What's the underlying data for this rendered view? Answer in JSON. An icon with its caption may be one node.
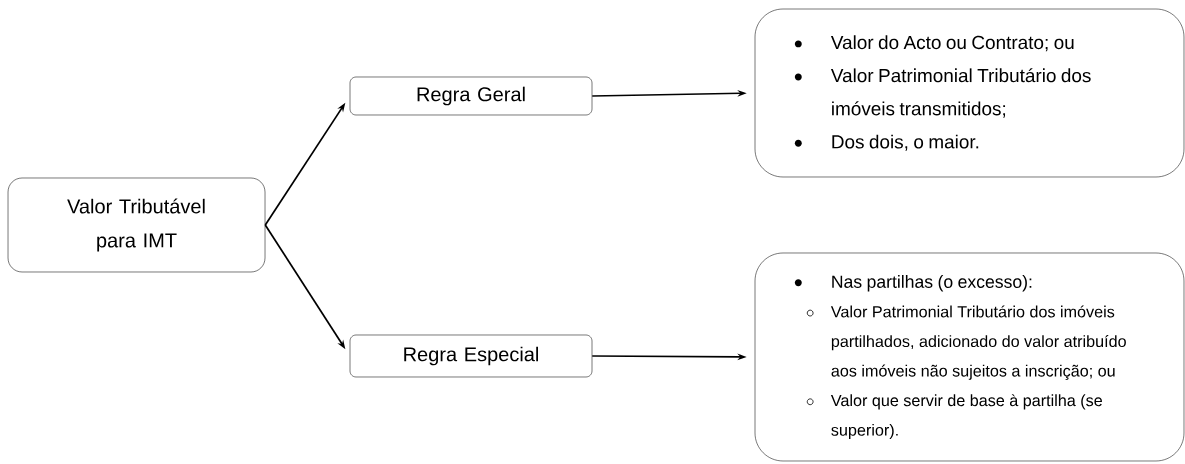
{
  "diagram": {
    "nodes": [
      {
        "text": [
          "Valor Tributável para IMT"
        ]
      },
      {
        "text": [
          "Regra Geral"
        ]
      },
      {
        "text": [
          "Regra Especial"
        ]
      },
      {
        "text": [
          "Valor do Acto ou Contrato; ou",
          "Valor Patrimonial Tributário dos imóveis transmitidos;",
          "Dos dois, o maior."
        ]
      },
      {
        "text": [
          "Nas partilhas (o excesso):",
          "Valor Patrimonial Tributário dos imóveis partilhados, adicionado do valor atribuído aos imóveis não sujeitos a inscrição; ou",
          "Valor que servir de base à partilha (se superior)."
        ]
      }
    ],
    "edges": [
      {
        "from": 0,
        "to": 1,
        "arrow": "to"
      },
      {
        "from": 0,
        "to": 2,
        "arrow": "to"
      },
      {
        "from": 1,
        "to": 3,
        "arrow": "to"
      },
      {
        "from": 2,
        "to": 4,
        "arrow": "to"
      }
    ]
  }
}
